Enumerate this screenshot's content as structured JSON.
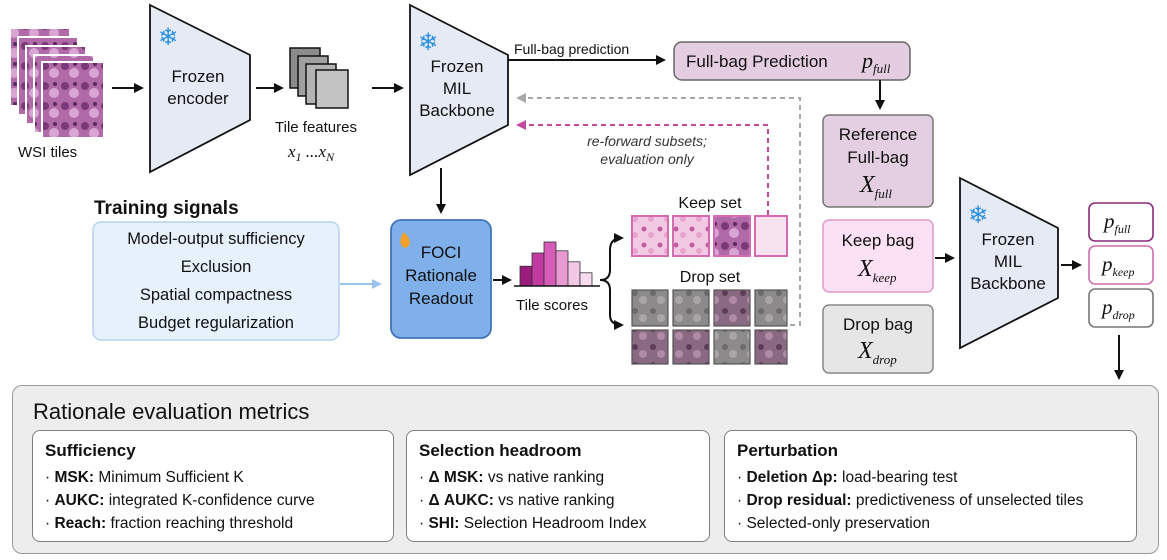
{
  "inputs": {
    "wsi_tiles_label": "WSI tiles",
    "encoder_label_1": "Frozen",
    "encoder_label_2": "encoder",
    "tile_features_label": "Tile features",
    "tile_features_math": "x",
    "tile_features_sub1": "1",
    "tile_features_dots": " ...x",
    "tile_features_subN": "N"
  },
  "backbone_top": {
    "line1": "Frozen",
    "line2": "MIL",
    "line3": "Backbone"
  },
  "full_bag_arrow_label": "Full-bag prediction",
  "full_bag_prediction": {
    "text": "Full-bag Prediction",
    "symbol": "p",
    "sub": "full"
  },
  "reforward_label": {
    "line1": "re-forward subsets;",
    "line2": "evaluation only"
  },
  "training_signals": {
    "title": "Training signals",
    "items": [
      "Model-output sufficiency",
      "Exclusion",
      "Spatial compactness",
      "Budget regularization"
    ]
  },
  "foci": {
    "line1": "FOCI",
    "line2": "Rationale",
    "line3": "Readout"
  },
  "tile_scores": {
    "label": "Tile scores",
    "values": [
      0.45,
      0.75,
      1.0,
      0.8,
      0.55,
      0.3
    ],
    "colors": [
      "#9b1c7d",
      "#c03aa0",
      "#d65cb8",
      "#e99ad2",
      "#f3c8e6",
      "#f7dcef"
    ]
  },
  "keep_set_label": "Keep set",
  "drop_set_label": "Drop set",
  "reference_bag": {
    "line1": "Reference",
    "line2": "Full-bag",
    "symbol": "X",
    "sub": "full"
  },
  "keep_bag": {
    "line1": "Keep bag",
    "symbol": "X",
    "sub": "keep"
  },
  "drop_bag": {
    "line1": "Drop bag",
    "symbol": "X",
    "sub": "drop"
  },
  "backbone_right": {
    "line1": "Frozen",
    "line2": "MIL",
    "line3": "Backbone"
  },
  "outputs": [
    {
      "symbol": "p",
      "sub": "full"
    },
    {
      "symbol": "p",
      "sub": "keep"
    },
    {
      "symbol": "p",
      "sub": "drop"
    }
  ],
  "metrics": {
    "title": "Rationale evaluation metrics",
    "panels": [
      {
        "title": "Sufficiency",
        "lines": [
          {
            "bold": "MSK:",
            "rest": " Minimum Sufficient K"
          },
          {
            "bold": "AUKC:",
            "rest": " integrated K-confidence curve"
          },
          {
            "bold": "Reach:",
            "rest": " fraction reaching threshold"
          }
        ]
      },
      {
        "title": "Selection headroom",
        "lines": [
          {
            "bold": "Δ MSK:",
            "rest": " vs native ranking"
          },
          {
            "bold": "Δ AUKC:",
            "rest": " vs native ranking"
          },
          {
            "bold": "SHI:",
            "rest": " Selection Headroom Index"
          }
        ]
      },
      {
        "title": "Perturbation",
        "lines": [
          {
            "bold": "Deletion Δp:",
            "rest": " load-bearing test"
          },
          {
            "bold": "Drop residual:",
            "rest": " predictiveness of unselected tiles"
          },
          {
            "bold": "",
            "rest": "Selected-only preservation"
          }
        ]
      }
    ]
  },
  "colors": {
    "trapezoid_fill": "#e6eaf5",
    "prediction_fill": "#e4cde0",
    "reference_fill": "#e3cfe1",
    "keep_fill": "#fbe1f3",
    "drop_fill": "#e6e6e6",
    "foci_fill": "#7fb0ea",
    "training_fill": "#e6f1fb",
    "snow": "#2b8fe0",
    "flame": "#f2a12a",
    "magenta_dash": "#c44aa0",
    "gray_dash": "#a8a8a8"
  },
  "icons": [
    "snowflake-icon",
    "flame-icon"
  ]
}
